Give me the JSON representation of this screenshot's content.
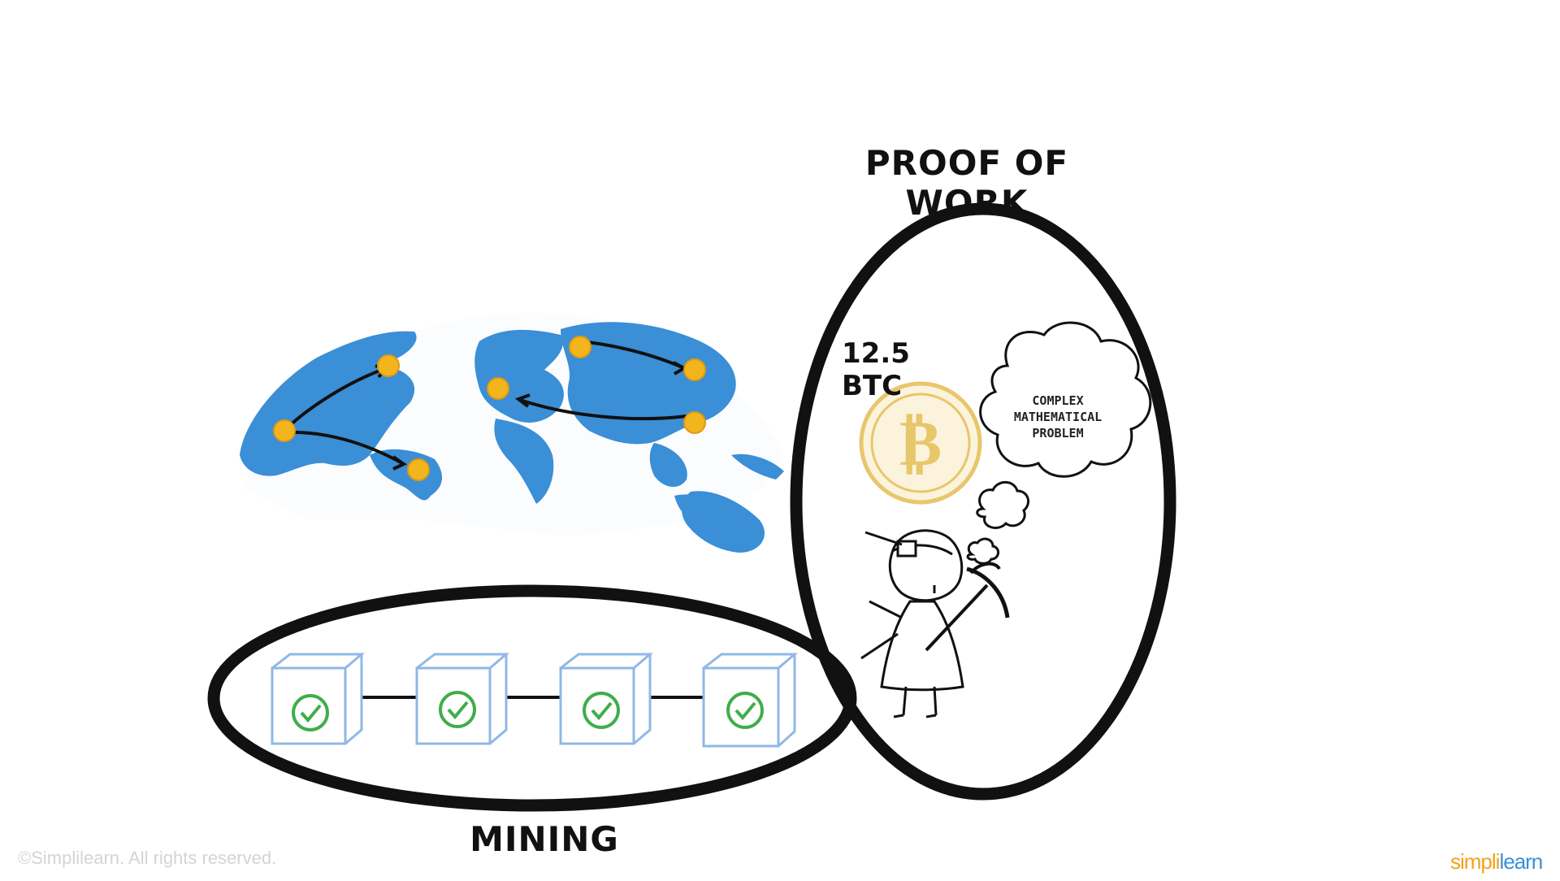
{
  "labels": {
    "proof_of_work": "PROOF OF WORK",
    "mining": "MINING",
    "reward": "12.5 BTC",
    "problem": "COMPLEX MATHEMATICAL PROBLEM"
  },
  "footer": {
    "copyright": "©Simplilearn. All rights reserved.",
    "brand_part1": "simpli",
    "brand_part2": "learn"
  },
  "blocks": [
    {
      "status": "verified"
    },
    {
      "status": "verified"
    },
    {
      "status": "verified"
    },
    {
      "status": "verified"
    }
  ],
  "icons": [
    "globe-icon",
    "bitcoin-coin-icon",
    "thought-cloud-icon",
    "miner-figure-icon",
    "pickaxe-icon",
    "check-icon"
  ],
  "colors": {
    "globe_land": "#3a8fd6",
    "node": "#f2b51e",
    "coin": "#e8c66a",
    "block_stroke": "#8fb8e6",
    "check": "#3fae49",
    "ink": "#111111"
  }
}
